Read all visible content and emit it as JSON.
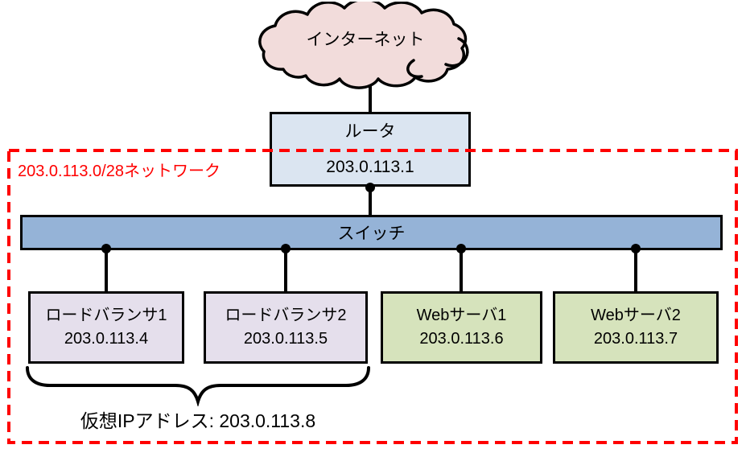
{
  "diagram": {
    "internet": {
      "label": "インターネット"
    },
    "router": {
      "name": "ルータ",
      "ip": "203.0.113.1"
    },
    "network": {
      "label": "203.0.113.0/28ネットワーク"
    },
    "switch": {
      "label": "スイッチ"
    },
    "devices": [
      {
        "name": "ロードバランサ1",
        "ip": "203.0.113.4"
      },
      {
        "name": "ロードバランサ2",
        "ip": "203.0.113.5"
      },
      {
        "name": "Webサーバ1",
        "ip": "203.0.113.6"
      },
      {
        "name": "Webサーバ2",
        "ip": "203.0.113.7"
      }
    ],
    "virtual_ip": {
      "label": "仮想IPアドレス: 203.0.113.8"
    },
    "colors": {
      "cloud_fill": "#F2DCDB",
      "router_fill": "#DBE5F1",
      "switch_fill": "#95B3D7",
      "load_balancer_fill": "#E5DFEC",
      "web_server_fill": "#D6E3BC",
      "boundary_red": "#FF0000",
      "line_black": "#000000"
    }
  }
}
